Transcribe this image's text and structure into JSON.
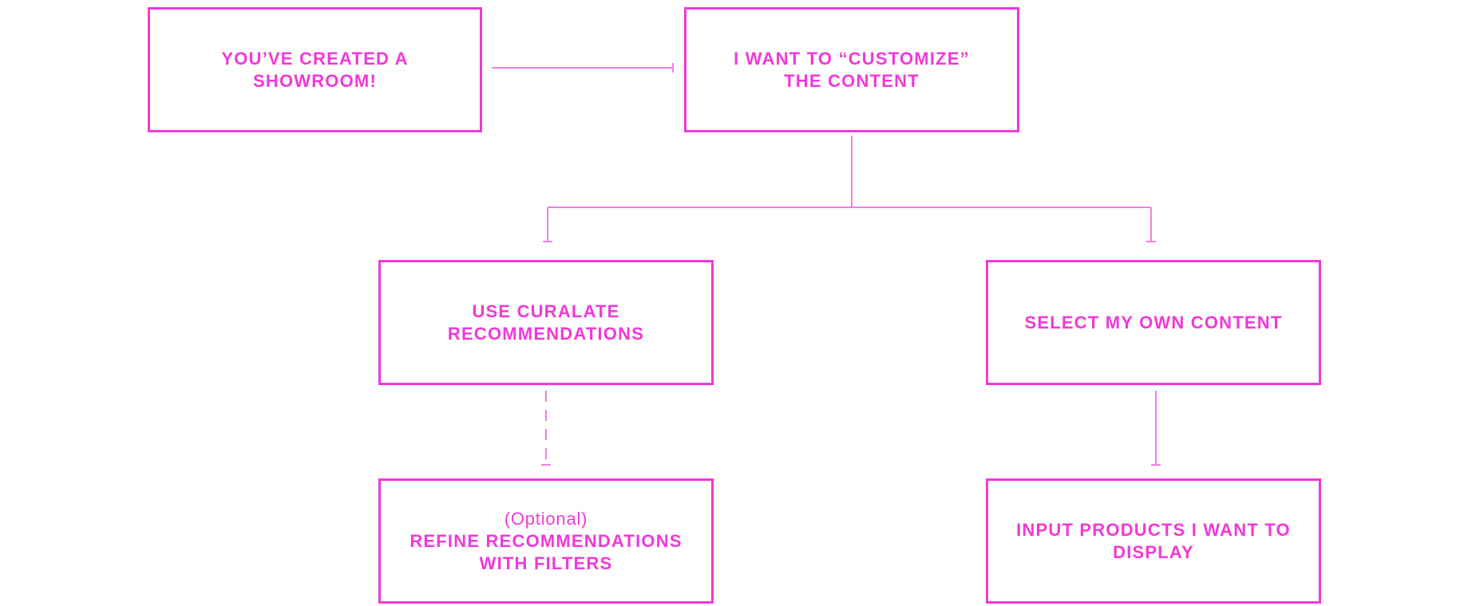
{
  "colors": {
    "accent": "#f039d8",
    "connector": "#f47ee6"
  },
  "nodes": {
    "showroom_created": {
      "lines": [
        "YOU’VE CREATED A",
        "SHOWROOM!"
      ]
    },
    "customize_content": {
      "lines": [
        "I WANT TO “CUSTOMIZE”",
        "THE CONTENT"
      ]
    },
    "curalate_recommendations": {
      "lines": [
        "USE CURALATE",
        "RECOMMENDATIONS"
      ]
    },
    "select_own_content": {
      "lines": [
        "SELECT MY OWN CONTENT"
      ]
    },
    "refine_recommendations": {
      "note": "(Optional)",
      "lines": [
        "REFINE RECOMMENDATIONS",
        "WITH FILTERS"
      ]
    },
    "input_products": {
      "lines": [
        "INPUT PRODUCTS I WANT TO",
        "DISPLAY"
      ]
    }
  }
}
